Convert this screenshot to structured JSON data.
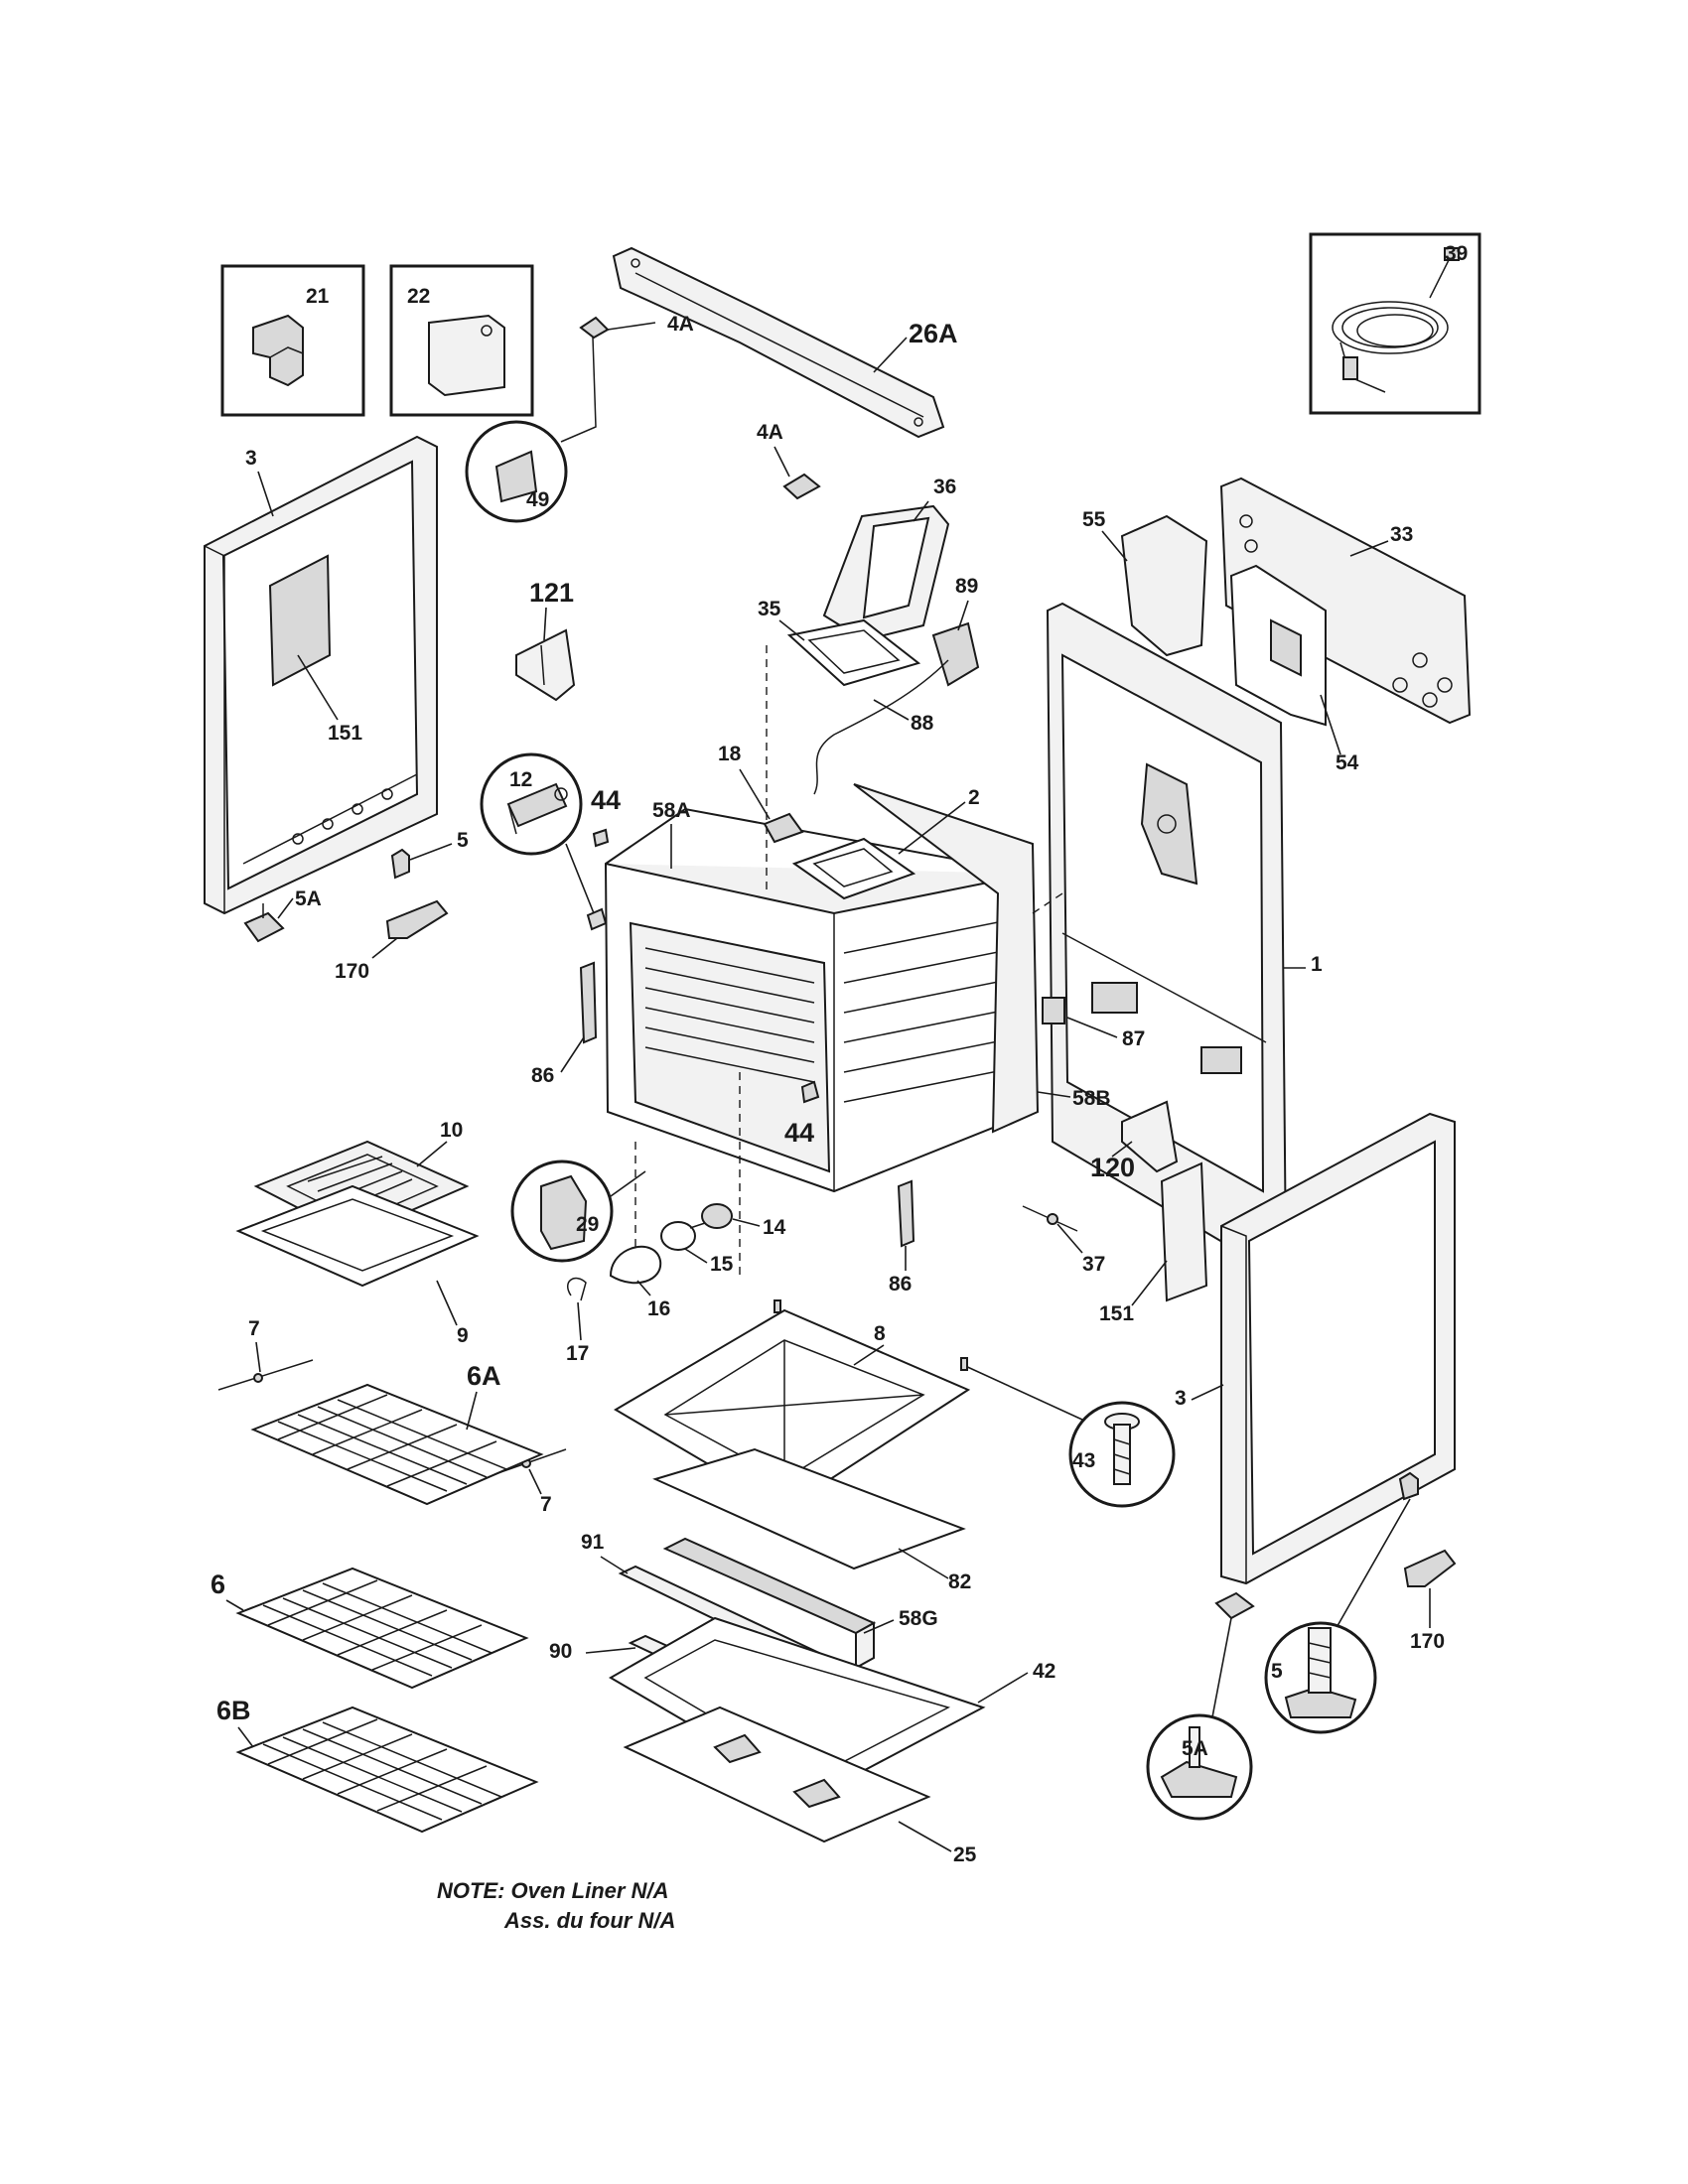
{
  "labels": {
    "l_21": "21",
    "l_22": "22",
    "l_4A_top": "4A",
    "l_26A": "26A",
    "l_39": "39",
    "l_4A_mid": "4A",
    "l_49": "49",
    "l_3_left": "3",
    "l_36": "36",
    "l_55": "55",
    "l_33": "33",
    "l_121": "121",
    "l_89": "89",
    "l_35": "35",
    "l_88": "88",
    "l_151_left": "151",
    "l_54": "54",
    "l_18": "18",
    "l_2": "2",
    "l_12": "12",
    "l_44_top": "44",
    "l_58A": "58A",
    "l_5_left": "5",
    "l_1": "1",
    "l_5A_left": "5A",
    "l_170_left": "170",
    "l_87": "87",
    "l_86_left": "86",
    "l_58B": "58B",
    "l_44_mid": "44",
    "l_120": "120",
    "l_10": "10",
    "l_29": "29",
    "l_14": "14",
    "l_37": "37",
    "l_15": "15",
    "l_86_right": "86",
    "l_151_right": "151",
    "l_9": "9",
    "l_16": "16",
    "l_17": "17",
    "l_8": "8",
    "l_7_top": "7",
    "l_6A": "6A",
    "l_3_right": "3",
    "l_43": "43",
    "l_7_bottom": "7",
    "l_91": "91",
    "l_82": "82",
    "l_6": "6",
    "l_58G": "58G",
    "l_90": "90",
    "l_42": "42",
    "l_170_right": "170",
    "l_5_right": "5",
    "l_6B": "6B",
    "l_5A_right": "5A",
    "l_25": "25"
  },
  "note": {
    "line1": "NOTE: Oven Liner N/A",
    "line2": "Ass. du four N/A"
  }
}
